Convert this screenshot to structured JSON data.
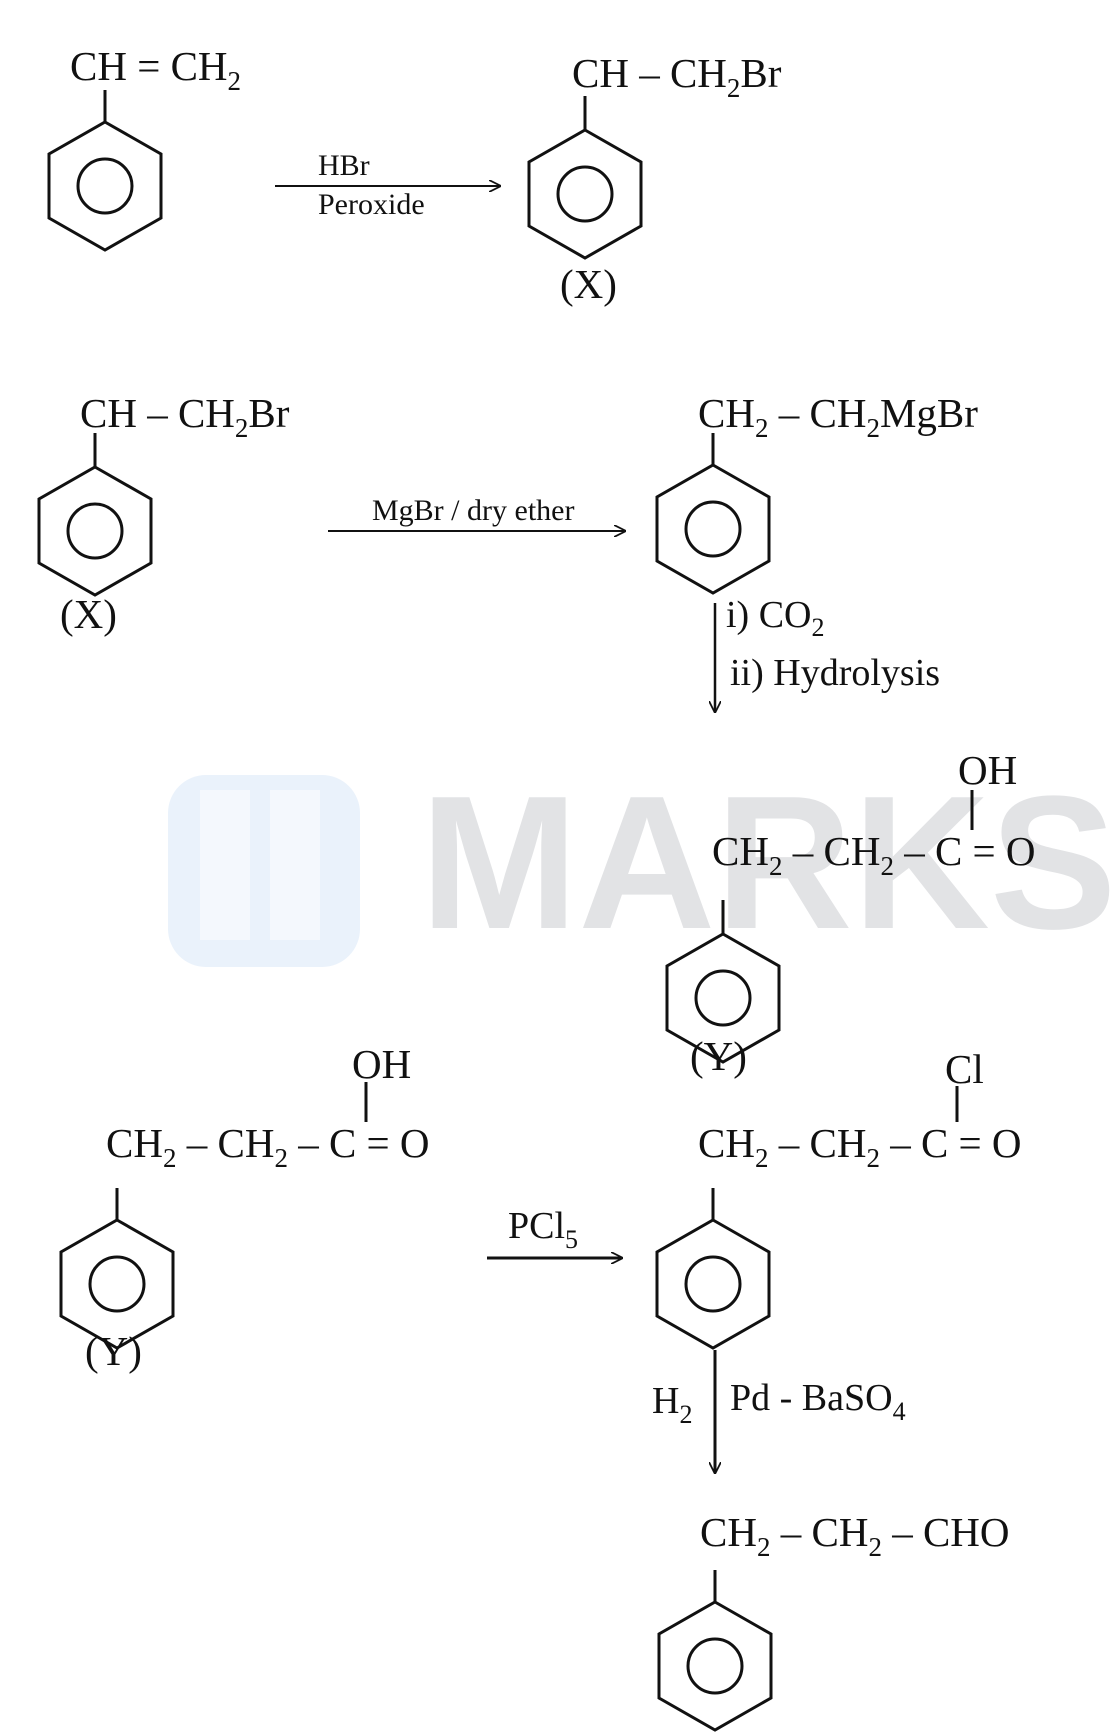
{
  "watermark": {
    "text": "MARKS",
    "color": "#e2e3e5",
    "logo_color": "#eaf2fb"
  },
  "step1": {
    "reactant": {
      "parts": [
        "CH = CH",
        "2"
      ]
    },
    "reagent_top": "HBr",
    "reagent_bottom": "Peroxide",
    "product": {
      "parts": [
        "CH – CH",
        "2",
        "Br"
      ],
      "tag": "(X)"
    }
  },
  "step2": {
    "reactant": {
      "parts": [
        "CH – CH",
        "2",
        "Br"
      ],
      "tag": "(X)"
    },
    "reagent": "MgBr / dry ether",
    "product": {
      "parts": [
        "CH",
        "2",
        " – CH",
        "2",
        "MgBr"
      ]
    },
    "down_reagent_1": {
      "parts": [
        "i) CO",
        "2"
      ]
    },
    "down_reagent_2": "ii) Hydrolysis"
  },
  "step3": {
    "product": {
      "oh": "OH",
      "parts": [
        "CH",
        "2",
        " – CH",
        "2",
        " – C = O"
      ],
      "tag": "(Y)"
    }
  },
  "step4": {
    "reactant": {
      "oh": "OH",
      "parts": [
        "CH",
        "2",
        " – CH",
        "2",
        " – C = O"
      ],
      "tag": "(Y)"
    },
    "reagent": {
      "parts": [
        "PCl",
        "5"
      ]
    },
    "product": {
      "cl": "Cl",
      "parts": [
        "CH",
        "2",
        " – CH",
        "2",
        " – C = O"
      ]
    }
  },
  "step5": {
    "reagent_left": {
      "parts": [
        "H",
        "2"
      ]
    },
    "reagent_right": {
      "parts": [
        "Pd - BaSO",
        "4"
      ]
    },
    "product": {
      "parts": [
        "CH",
        "2",
        " – CH",
        "2",
        " – CHO"
      ]
    }
  }
}
